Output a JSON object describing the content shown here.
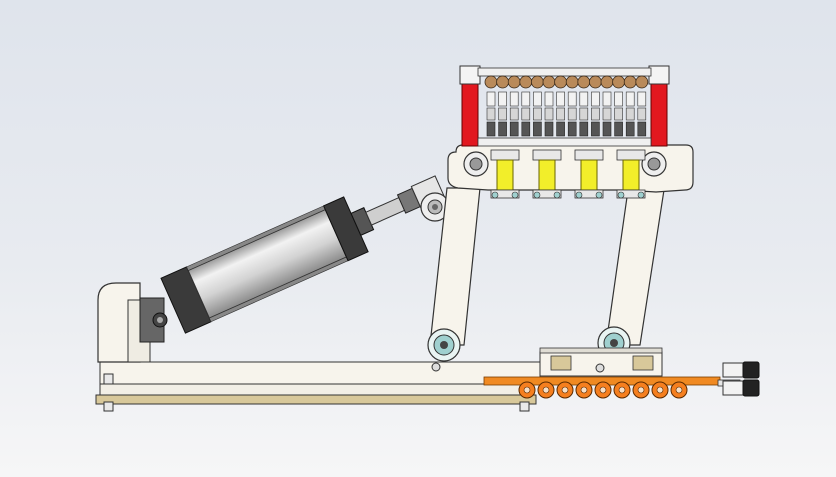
{
  "scene": {
    "description_label": "",
    "colors": {
      "background_top": "#dfe4ec",
      "background_bottom": "#f6f6f7",
      "frame": "#f7f4ec",
      "frame_stroke": "#333333",
      "cylinder_barrel": "#d8d8d8",
      "cylinder_cap": "#3a3a3a",
      "rod": "#c9c9c9",
      "red_post": "#e2181f",
      "yellow_block": "#f2ee2a",
      "orange_strip": "#f08a22",
      "orange_roller": "#f57f1f",
      "wood_plate": "#d8c89a",
      "bearing_teal": "#9fd0cf",
      "brown_cap": "#b98a5a",
      "dark_part": "#555555"
    },
    "counts": {
      "top_roller_pairs": 7,
      "yellow_blocks": 4,
      "bottom_rollers": 9
    }
  }
}
